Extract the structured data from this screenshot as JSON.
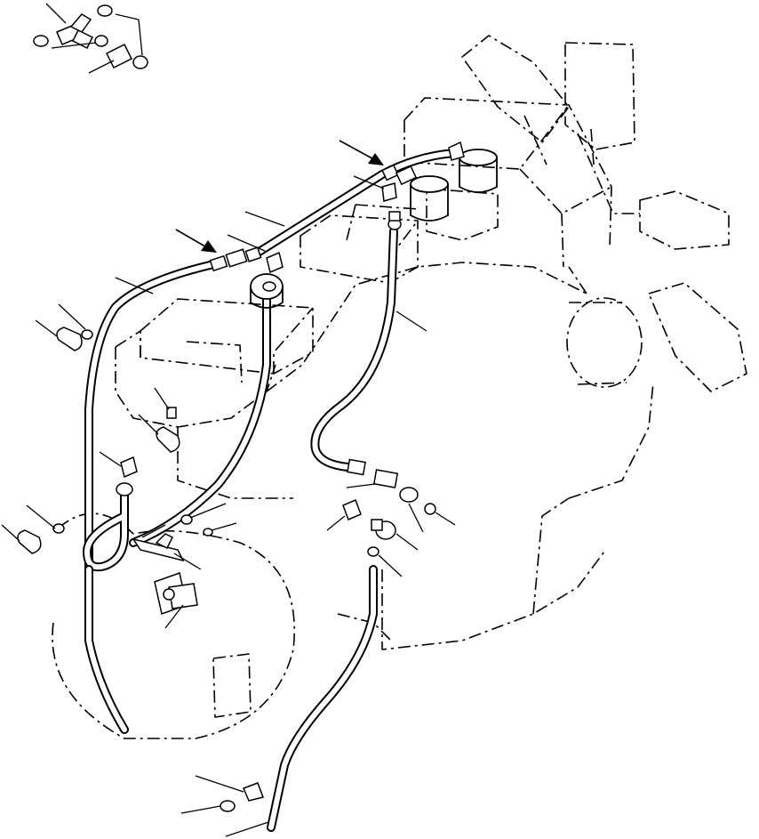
{
  "diagram": {
    "kind": "exploded-parts-drawing",
    "stroke_color": "#000000",
    "background_color": "#ffffff",
    "components": [
      "engine-block-outline",
      "cooling-fan-outline",
      "alternator-outline",
      "flywheel-housing-outline",
      "coolant-tube-upper",
      "coolant-hose-left",
      "coolant-hose-middle",
      "coolant-hose-right",
      "coolant-hose-lower",
      "inset-tee-fitting",
      "inset-hose-clamp",
      "inset-hose-sleeve",
      "hose-clamp",
      "bolt",
      "elbow-fitting",
      "connector-fitting",
      "o-ring",
      "bracket",
      "drain-valve",
      "cap",
      "flange-fitting"
    ],
    "arrows": 2
  }
}
